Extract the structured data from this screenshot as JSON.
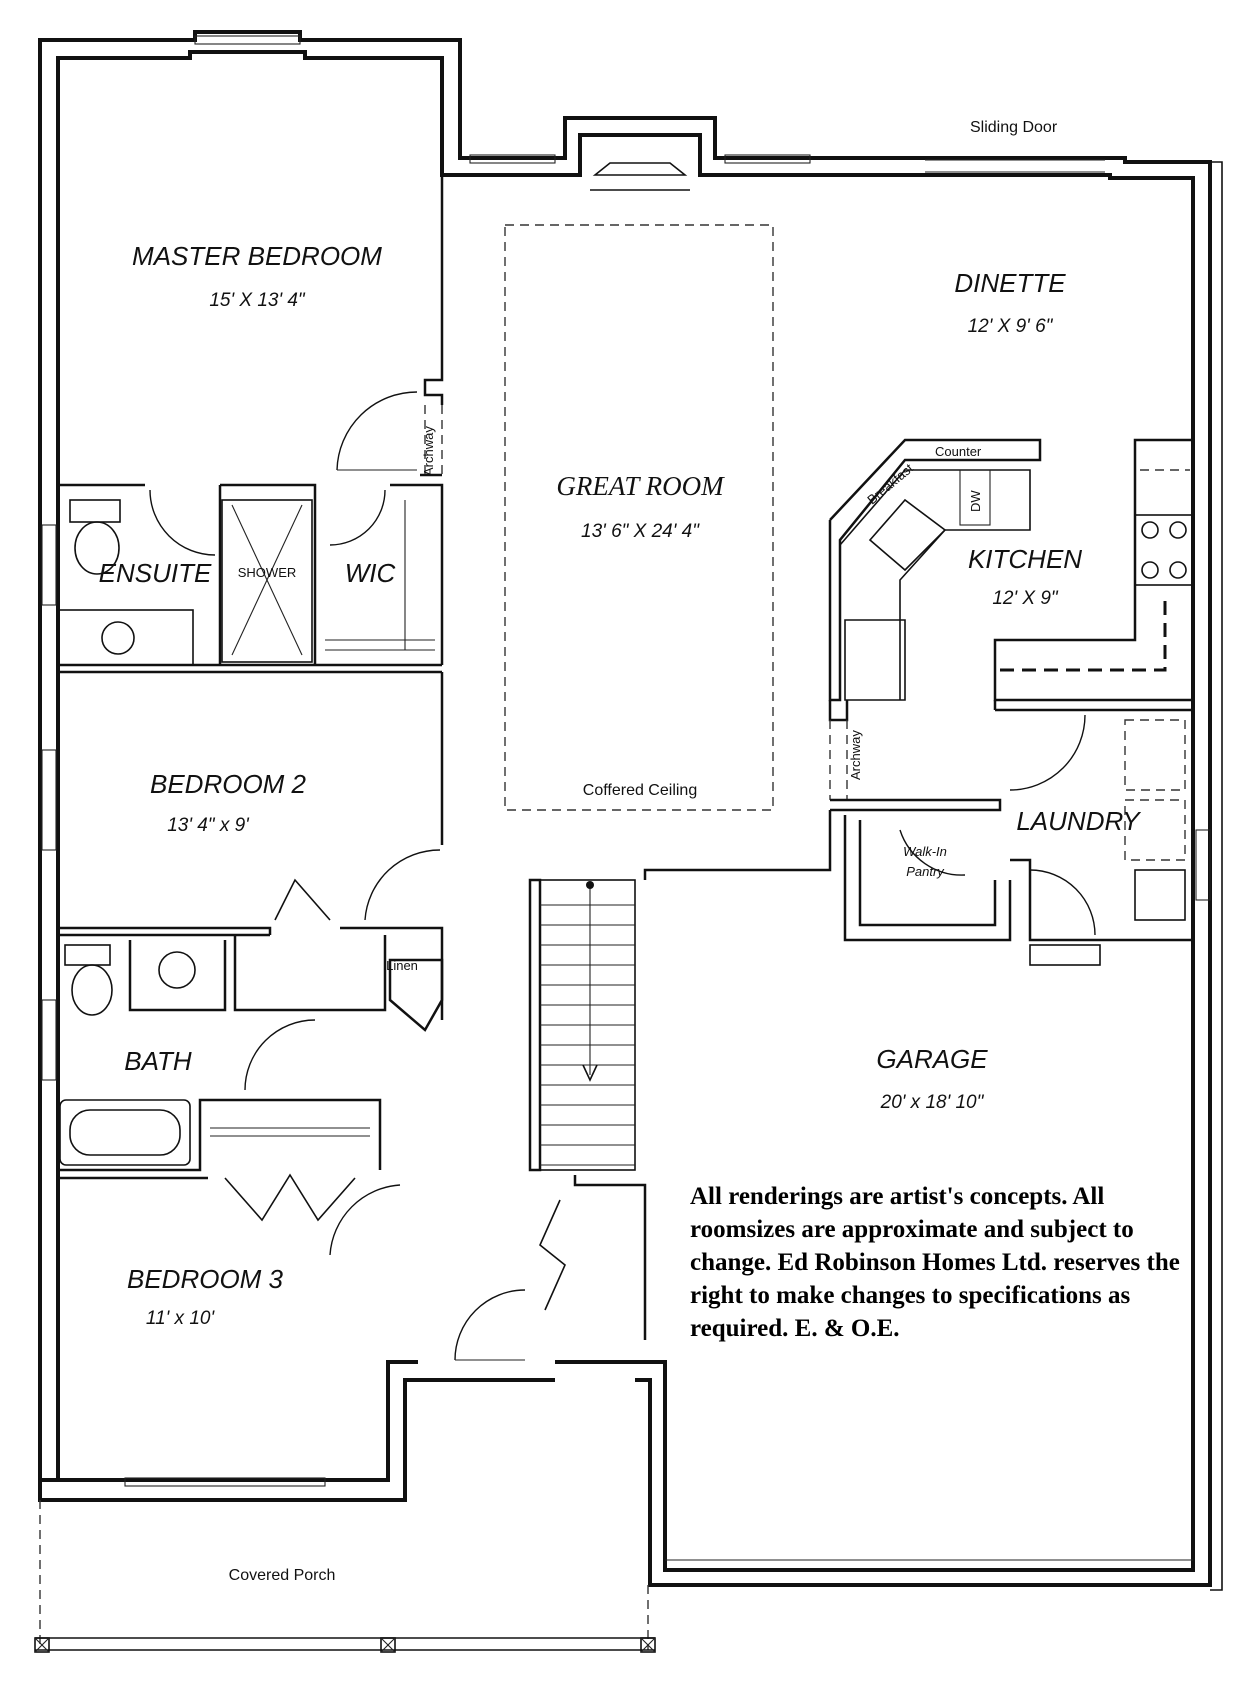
{
  "rooms": {
    "master_bedroom": {
      "name": "MASTER BEDROOM",
      "dim": "15' X 13' 4\""
    },
    "ensuite": {
      "name": "ENSUITE"
    },
    "shower": {
      "name": "SHOWER"
    },
    "wic": {
      "name": "WIC"
    },
    "great_room": {
      "name": "GREAT ROOM",
      "dim": "13' 6\" X 24' 4\""
    },
    "dinette": {
      "name": "DINETTE",
      "dim": "12' X 9' 6\""
    },
    "kitchen": {
      "name": "KITCHEN",
      "dim": "12' X 9\""
    },
    "bedroom2": {
      "name": "BEDROOM 2",
      "dim": "13' 4\" x 9'"
    },
    "bath": {
      "name": "BATH"
    },
    "bedroom3": {
      "name": "BEDROOM 3",
      "dim": "11' x 10'"
    },
    "laundry": {
      "name": "LAUNDRY"
    },
    "garage": {
      "name": "GARAGE",
      "dim": "20' x 18' 10\""
    },
    "covered_porch": {
      "name": "Covered Porch"
    }
  },
  "labels": {
    "sliding_door": "Sliding Door",
    "archway": "Archway",
    "coffered_ceiling": "Coffered Ceiling",
    "breakfast": "Breakfast",
    "counter": "Counter",
    "dw": "DW",
    "walk_in": "Walk-In",
    "pantry": "Pantry",
    "linen": "Linen"
  },
  "disclaimer": "All renderings are artist's concepts.  All roomsizes are approximate and subject to change.  Ed Robinson Homes Ltd. reserves the right to make changes to specifications as required.  E. & O.E."
}
